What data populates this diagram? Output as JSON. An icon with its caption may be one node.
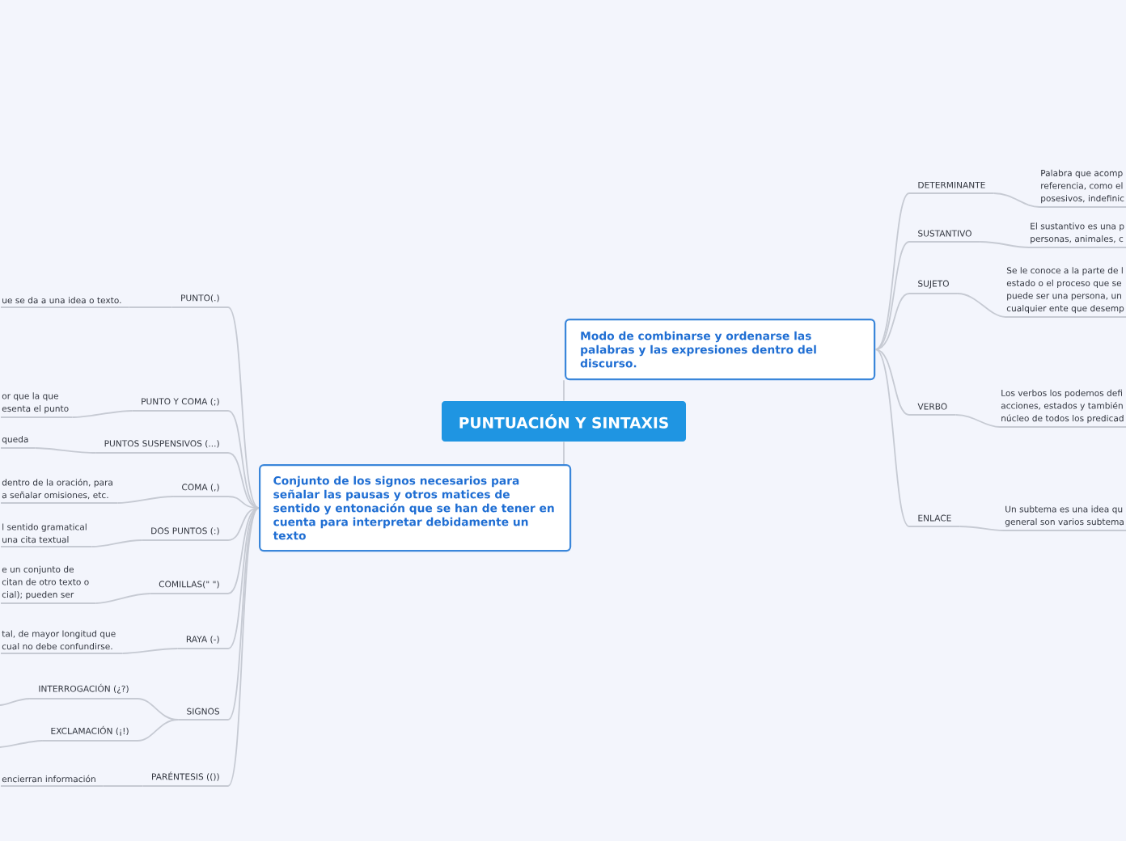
{
  "diagram": {
    "nodes": [
      {
        "text": [
          "PUNTUACIÓN Y SINTAXIS"
        ]
      },
      {
        "text": [
          "Modo de combinarse y ordenarse las palabras y las expresiones dentro del discurso."
        ]
      },
      {
        "text": [
          "Conjunto de los signos necesarios para señalar las pausas y otros matices de sentido y entonación que se han de tener en cuenta para interpretar debidamente un texto"
        ]
      },
      {
        "text": [
          "DETERMINANTE"
        ]
      },
      {
        "text": [
          "Palabra que acomp referencia, como el posesivos, indefinic"
        ]
      },
      {
        "text": [
          "SUSTANTIVO"
        ]
      },
      {
        "text": [
          "El sustantivo es una p personas, animales, c"
        ]
      },
      {
        "text": [
          "SUJETO"
        ]
      },
      {
        "text": [
          "Se le conoce a la parte de l estado o el proceso que se puede ser una persona, un cualquier ente que desemp"
        ]
      },
      {
        "text": [
          "VERBO"
        ]
      },
      {
        "text": [
          "Los verbos los podemos defi acciones, estados y también núcleo de todos los predicad"
        ]
      },
      {
        "text": [
          "ENLACE"
        ]
      },
      {
        "text": [
          "Un subtema es una idea qu general son varios subtema"
        ]
      },
      {
        "text": [
          "PUNTO(.)"
        ]
      },
      {
        "text": [
          "ue se da a una idea o texto."
        ]
      },
      {
        "text": [
          "PUNTO Y COMA (;)"
        ]
      },
      {
        "text": [
          "or que la que esenta el punto"
        ]
      },
      {
        "text": [
          "PUNTOS SUSPENSIVOS (...)"
        ]
      },
      {
        "text": [
          "queda"
        ]
      },
      {
        "text": [
          "COMA (,)"
        ]
      },
      {
        "text": [
          "dentro de la oración, para a señalar omisiones, etc."
        ]
      },
      {
        "text": [
          "DOS PUNTOS (:)"
        ]
      },
      {
        "text": [
          "l sentido gramatical una cita textual"
        ]
      },
      {
        "text": [
          "COMILLAS(\" \")"
        ]
      },
      {
        "text": [
          "e un conjunto de citan de otro texto o cial); pueden ser"
        ]
      },
      {
        "text": [
          "RAYA (-)"
        ]
      },
      {
        "text": [
          "tal, de mayor longitud que cual no debe confundirse."
        ]
      },
      {
        "text": [
          "SIGNOS"
        ]
      },
      {
        "text": [
          "INTERROGACIÓN (¿?)"
        ]
      },
      {
        "text": [
          "EXCLAMACIÓN (¡!)"
        ]
      },
      {
        "text": [
          "PARÉNTESIS (())"
        ]
      },
      {
        "text": [
          "encierran información"
        ]
      }
    ],
    "edges": [
      {
        "from": 0,
        "to": 1,
        "arrow": "none"
      },
      {
        "from": 0,
        "to": 2,
        "arrow": "none"
      },
      {
        "from": 1,
        "to": 3,
        "arrow": "none"
      },
      {
        "from": 3,
        "to": 4,
        "arrow": "none"
      },
      {
        "from": 1,
        "to": 5,
        "arrow": "none"
      },
      {
        "from": 5,
        "to": 6,
        "arrow": "none"
      },
      {
        "from": 1,
        "to": 7,
        "arrow": "none"
      },
      {
        "from": 7,
        "to": 8,
        "arrow": "none"
      },
      {
        "from": 1,
        "to": 9,
        "arrow": "none"
      },
      {
        "from": 9,
        "to": 10,
        "arrow": "none"
      },
      {
        "from": 1,
        "to": 11,
        "arrow": "none"
      },
      {
        "from": 11,
        "to": 12,
        "arrow": "none"
      },
      {
        "from": 2,
        "to": 13,
        "arrow": "none"
      },
      {
        "from": 13,
        "to": 14,
        "arrow": "none"
      },
      {
        "from": 2,
        "to": 15,
        "arrow": "none"
      },
      {
        "from": 15,
        "to": 16,
        "arrow": "none"
      },
      {
        "from": 2,
        "to": 17,
        "arrow": "none"
      },
      {
        "from": 17,
        "to": 18,
        "arrow": "none"
      },
      {
        "from": 2,
        "to": 19,
        "arrow": "none"
      },
      {
        "from": 19,
        "to": 20,
        "arrow": "none"
      },
      {
        "from": 2,
        "to": 21,
        "arrow": "none"
      },
      {
        "from": 21,
        "to": 22,
        "arrow": "none"
      },
      {
        "from": 2,
        "to": 23,
        "arrow": "none"
      },
      {
        "from": 23,
        "to": 24,
        "arrow": "none"
      },
      {
        "from": 2,
        "to": 25,
        "arrow": "none"
      },
      {
        "from": 25,
        "to": 26,
        "arrow": "none"
      },
      {
        "from": 2,
        "to": 27,
        "arrow": "none"
      },
      {
        "from": 27,
        "to": 28,
        "arrow": "none"
      },
      {
        "from": 27,
        "to": 29,
        "arrow": "none"
      },
      {
        "from": 28,
        "to": null,
        "arrow": "none"
      },
      {
        "from": 29,
        "to": null,
        "arrow": "none"
      },
      {
        "from": 2,
        "to": 30,
        "arrow": "none"
      },
      {
        "from": 30,
        "to": 31,
        "arrow": "none"
      }
    ]
  }
}
